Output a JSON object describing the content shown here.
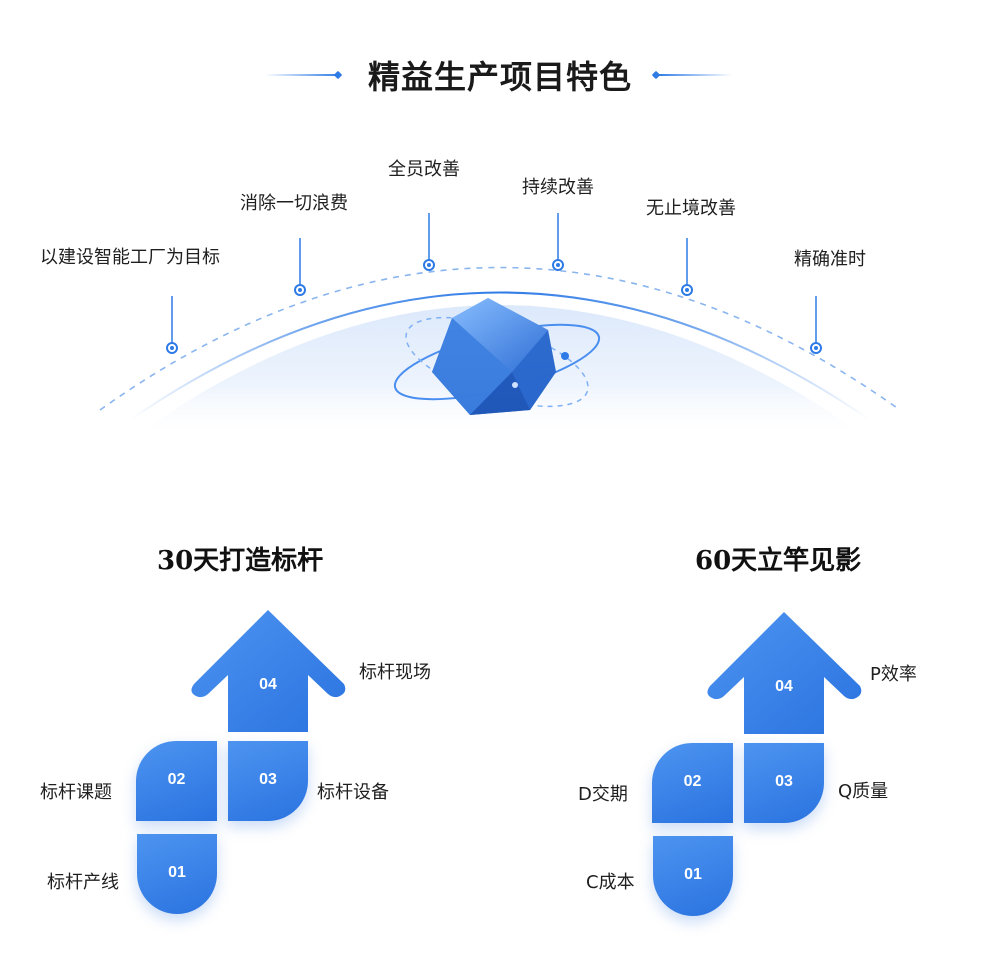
{
  "title": "精益生产项目特色",
  "features": [
    "以建设智能工厂为目标",
    "消除一切浪费",
    "全员改善",
    "持续改善",
    "无止境改善",
    "精确准时"
  ],
  "left_block": {
    "title": "30天打造标杆",
    "steps": [
      {
        "num": "01",
        "label": "标杆产线"
      },
      {
        "num": "02",
        "label": "标杆课题"
      },
      {
        "num": "03",
        "label": "标杆设备"
      },
      {
        "num": "04",
        "label": "标杆现场"
      }
    ]
  },
  "right_block": {
    "title": "60天立竿见影",
    "steps": [
      {
        "num": "01",
        "label": "C成本"
      },
      {
        "num": "02",
        "label": "D交期"
      },
      {
        "num": "03",
        "label": "Q质量"
      },
      {
        "num": "04",
        "label": "P效率"
      }
    ]
  },
  "colors": {
    "accent": "#2e7be6",
    "block_gradient_start": "#4d94f0",
    "block_gradient_end": "#2a73e0"
  }
}
